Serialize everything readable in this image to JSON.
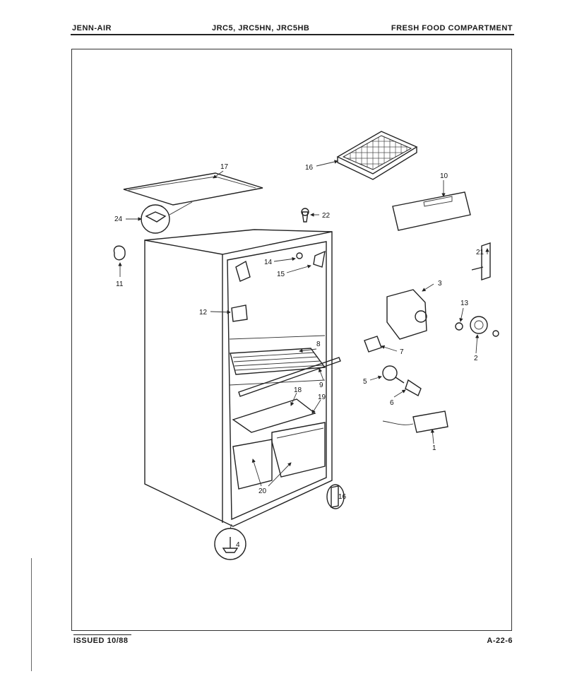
{
  "header": {
    "brand": "JENN-AIR",
    "models": "JRC5, JRC5HN, JRC5HB",
    "section": "FRESH FOOD COMPARTMENT"
  },
  "footer": {
    "issued": "ISSUED 10/88",
    "page_code": "A-22-6"
  },
  "callouts": {
    "c1": "1",
    "c2": "2",
    "c3": "3",
    "c4": "4",
    "c5": "5",
    "c6": "6",
    "c7": "7",
    "c8": "8",
    "c9": "9",
    "c10": "10",
    "c11": "11",
    "c12": "12",
    "c13": "13",
    "c14": "14",
    "c15": "15",
    "c16a": "16",
    "c16b": "16",
    "c17": "17",
    "c18": "18",
    "c19": "19",
    "c20": "20",
    "c21": "21",
    "c22": "22",
    "c24": "24"
  }
}
